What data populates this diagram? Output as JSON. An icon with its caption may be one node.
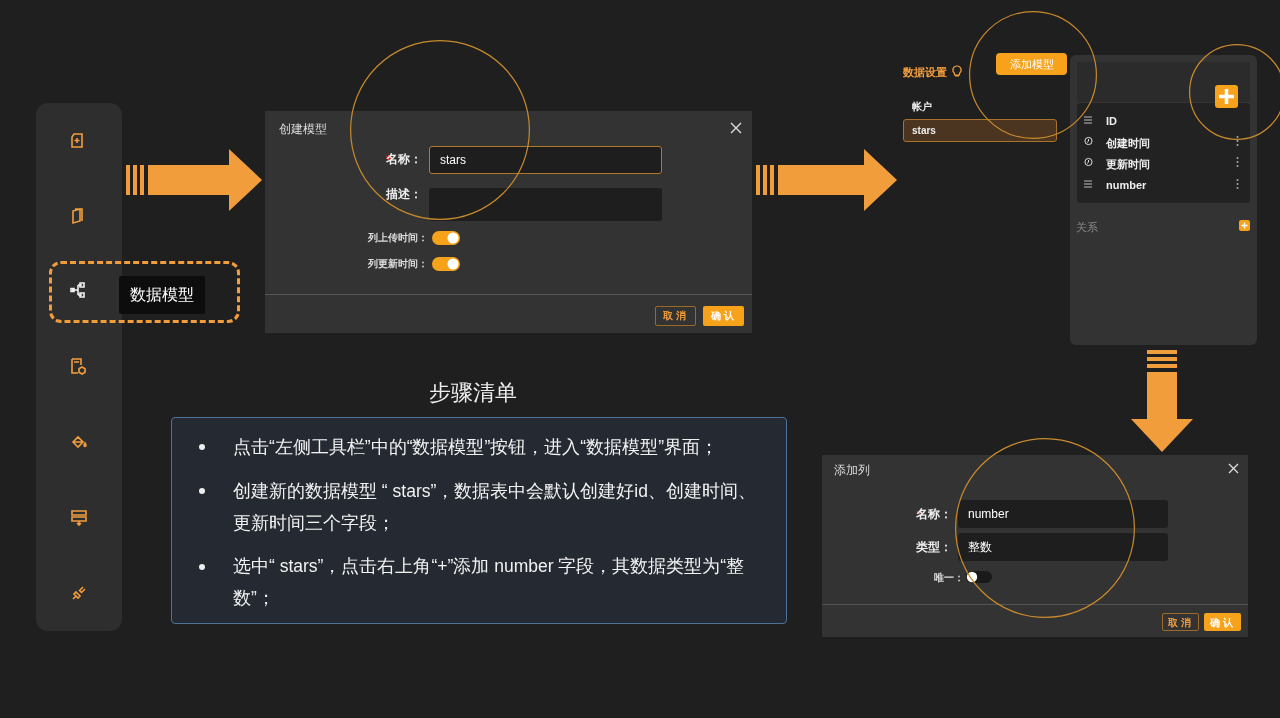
{
  "diagram": {
    "nodes": [
      {
        "text": [],
        "shape": "bar"
      },
      {
        "text": [
          "数据模型"
        ]
      },
      {
        "text": [
          "创建模型",
          "名称：",
          "stars",
          "描述：",
          "列上传时间：",
          "列更新时间：",
          "取消",
          "确认"
        ]
      },
      {
        "text": [
          "数据设置",
          "添加模型",
          "帐户",
          "stars",
          "ID",
          "创建时间",
          "更新时间",
          "number",
          "关系"
        ]
      },
      {
        "text": [
          "添加列",
          "名称：",
          "number",
          "类型：",
          "整数",
          "唯一：",
          "取消",
          "确认"
        ]
      },
      {
        "text": [
          "步骤清单",
          "点击“左侧工具栏”中的“数据模型”按钮，进入“数据模型”界面；",
          "创建新的数据模型 “ stars”，数据表中会默认创建好id、创建时间、更新时间三个字段；",
          "选中“ stars”，点击右上角“+”添加 number 字段，其数据类型为“整数”；"
        ]
      }
    ],
    "edges": [
      {
        "from": 0,
        "to": 2,
        "arrow": "to"
      },
      {
        "from": 2,
        "to": 3,
        "arrow": "to"
      },
      {
        "from": 3,
        "to": 4,
        "arrow": "to"
      }
    ]
  }
}
